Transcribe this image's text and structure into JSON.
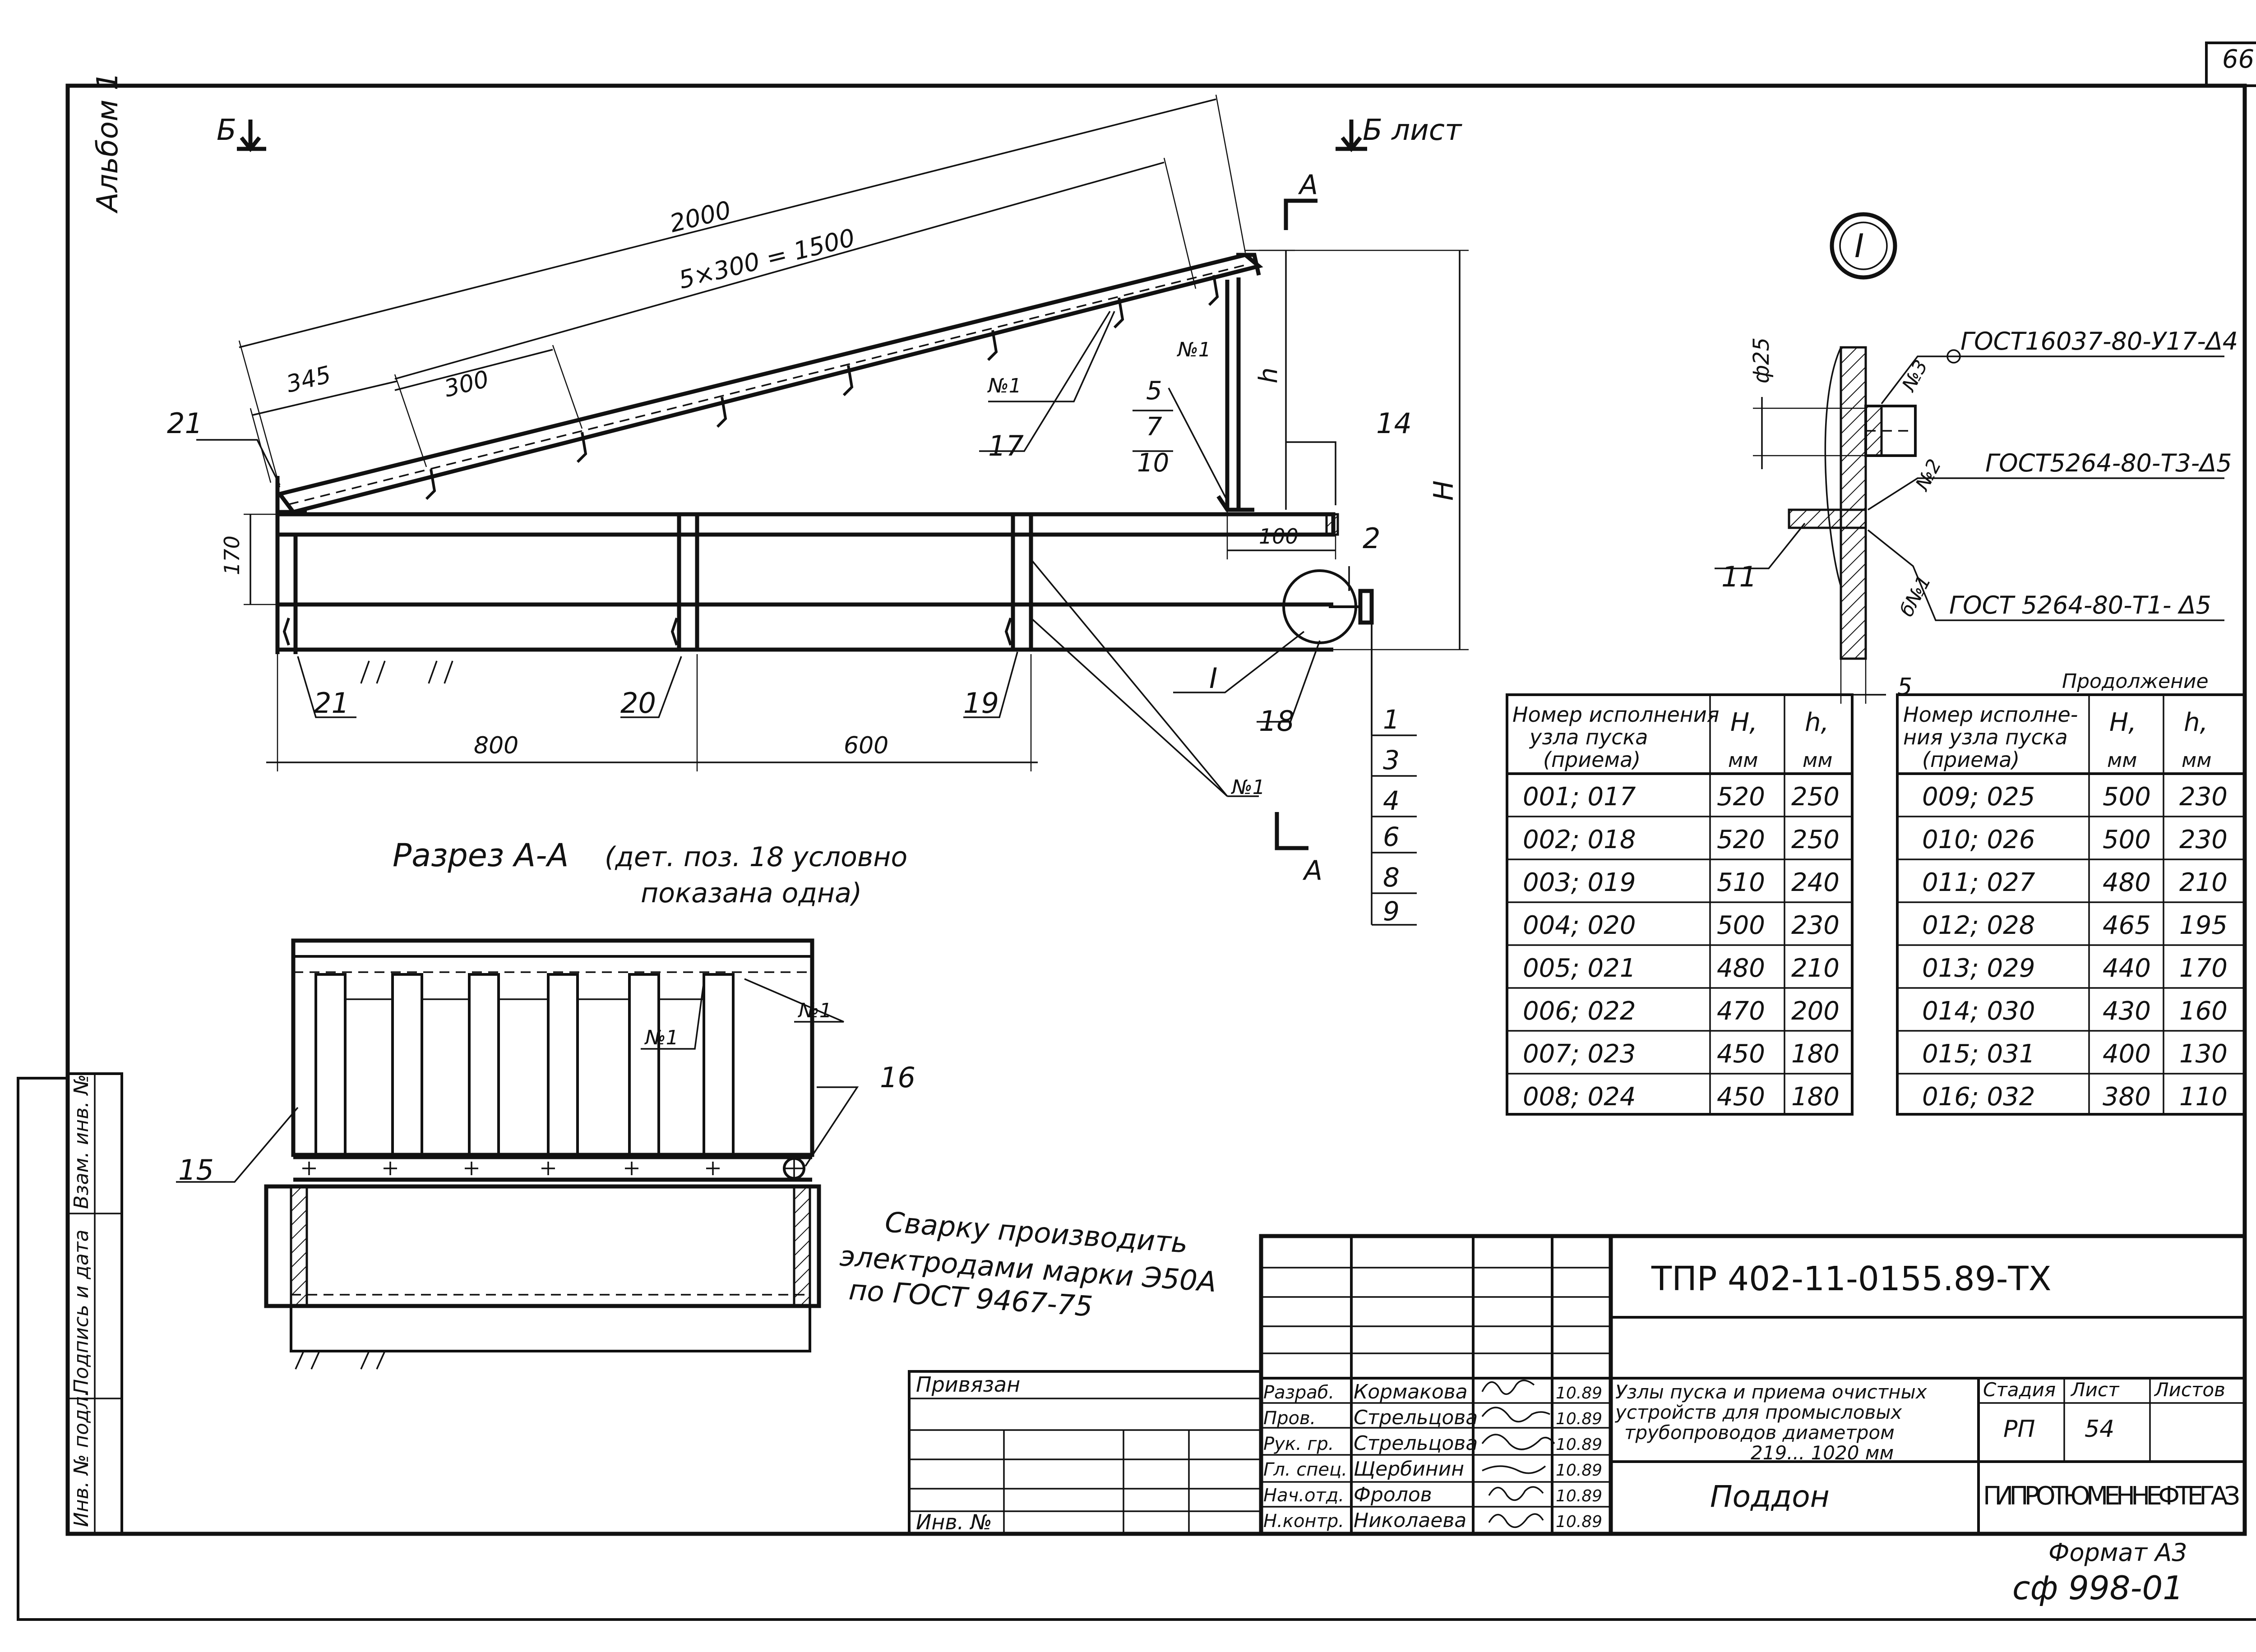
{
  "sheet": {
    "page_number": "66",
    "album": "Альбом 1",
    "format": "Формат А3",
    "code": "сф 998-01"
  },
  "drawing": {
    "view_mark_left": "Б",
    "view_mark_right": "Б лист",
    "section_mark": "А",
    "dims": {
      "total": "2000",
      "pitch_sum": "5×300 = 1500",
      "first": "345",
      "pitch": "300",
      "h": "h",
      "H": "H",
      "end_offset": "100",
      "beam_depth": "170",
      "span_left": "800",
      "span_right": "600"
    },
    "labels": {
      "p21_top": "21",
      "p21_bottom": "21",
      "p20": "20",
      "p19": "19",
      "p18": "18",
      "p17": "17",
      "p14": "14",
      "p2": "2",
      "p5": "5",
      "p7": "7",
      "p10": "10",
      "p1": "1",
      "p3": "3",
      "p4": "4",
      "p6": "6",
      "p8": "8",
      "p9": "9",
      "node_I": "I",
      "weld1_a": "№1",
      "weld1_b": "№1",
      "weld1_c": "№1"
    }
  },
  "section_aa": {
    "title": "Разрез А-А",
    "note_line1": "(дет. поз. 18 условно",
    "note_line2": "показана одна)",
    "p15": "15",
    "p16": "16",
    "weld_a": "№1",
    "weld_b": "№1"
  },
  "welding_note": {
    "line1": "Сварку производить",
    "line2": "электродами марки Э50А",
    "line3": "по ГОСТ 9467-75"
  },
  "detail_I": {
    "marker": "I",
    "dia": "ф25",
    "five": "5",
    "p11": "11",
    "weld3": "№3",
    "weld2": "№2",
    "weld6": "б№1",
    "gost1": "ГОСТ16037-80-У17-Δ4",
    "gost2": "ГОСТ5264-80-Т3-Δ5",
    "gost3": "ГОСТ 5264-80-Т1- Δ5"
  },
  "tables": {
    "continuation_label": "Продолжение",
    "header": {
      "col1_line1": "Номер исполнения",
      "col1_line2": "узла пуска",
      "col1_line3": "(приема)",
      "col2": "H,",
      "col3": "h,",
      "unit": "мм"
    },
    "header_right": {
      "col1_line1": "Номер исполне-",
      "col1_line2": "ния узла пуска",
      "col1_line3": "(приема)"
    },
    "left_rows": [
      {
        "num": "001; 017",
        "H": "520",
        "h": "250"
      },
      {
        "num": "002; 018",
        "H": "520",
        "h": "250"
      },
      {
        "num": "003; 019",
        "H": "510",
        "h": "240"
      },
      {
        "num": "004; 020",
        "H": "500",
        "h": "230"
      },
      {
        "num": "005; 021",
        "H": "480",
        "h": "210"
      },
      {
        "num": "006; 022",
        "H": "470",
        "h": "200"
      },
      {
        "num": "007; 023",
        "H": "450",
        "h": "180"
      },
      {
        "num": "008; 024",
        "H": "450",
        "h": "180"
      }
    ],
    "right_rows": [
      {
        "num": "009; 025",
        "H": "500",
        "h": "230"
      },
      {
        "num": "010; 026",
        "H": "500",
        "h": "230"
      },
      {
        "num": "011; 027",
        "H": "480",
        "h": "210"
      },
      {
        "num": "012; 028",
        "H": "465",
        "h": "195"
      },
      {
        "num": "013; 029",
        "H": "440",
        "h": "170"
      },
      {
        "num": "014; 030",
        "H": "430",
        "h": "160"
      },
      {
        "num": "015; 031",
        "H": "400",
        "h": "130"
      },
      {
        "num": "016; 032",
        "H": "380",
        "h": "110"
      }
    ]
  },
  "title_block": {
    "doc_code": "ТПР 402-11-0155.89-ТХ",
    "bound": "Привязан",
    "inv": "Инв. №",
    "project_line1": "Узлы пуска и приема очистных",
    "project_line2": "устройств для промысловых",
    "project_line3": "трубопроводов диаметром",
    "project_line4": "219... 1020 мм",
    "sheet_name": "Поддон",
    "org": "ГИПРОТЮМЕННЕФТЕГАЗ",
    "stage_label": "Стадия",
    "sheet_label": "Лист",
    "sheets_label": "Листов",
    "stage": "РП",
    "sheet_no": "54",
    "roles": [
      {
        "role": "Разраб.",
        "name": "Кормакова",
        "date": "10.89"
      },
      {
        "role": "Пров.",
        "name": "Стрельцова",
        "date": "10.89"
      },
      {
        "role": "Рук. гр.",
        "name": "Стрельцова",
        "date": "10.89"
      },
      {
        "role": "Гл. спец.",
        "name": "Щербинин",
        "date": "10.89"
      },
      {
        "role": "Нач.отд.",
        "name": "Фролов",
        "date": "10.89"
      },
      {
        "role": "Н.контр.",
        "name": "Николаева",
        "date": "10.89"
      }
    ]
  },
  "side_stamp": {
    "vzam": "Взам. инв. №",
    "podp": "Подпись и дата",
    "podl": "Инв. № подл."
  }
}
